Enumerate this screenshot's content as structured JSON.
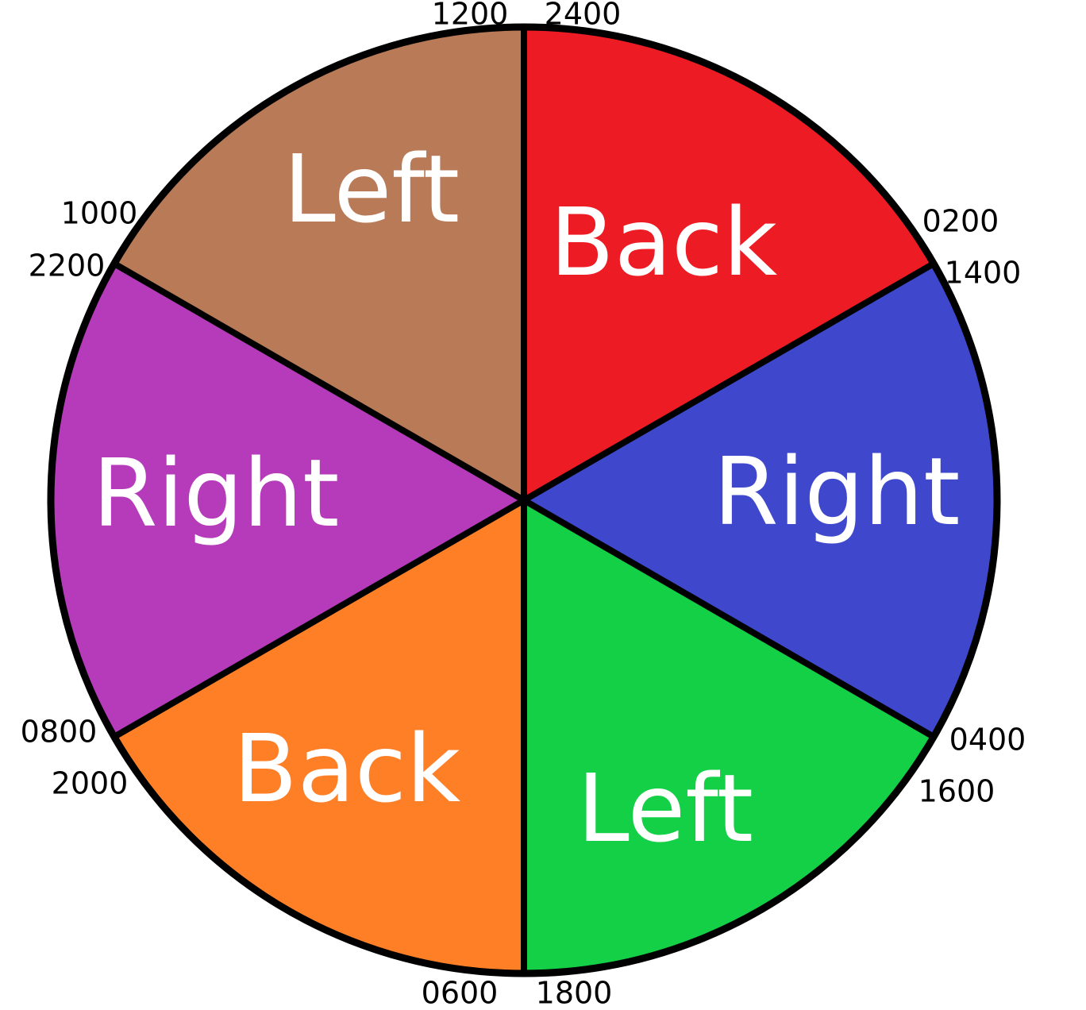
{
  "segments": [
    {
      "label": "Back",
      "color": "#ed1c24"
    },
    {
      "label": "Right",
      "color": "#3f48cc"
    },
    {
      "label": "Left",
      "color": "#13d046"
    },
    {
      "label": "Back",
      "color": "#ff7f27"
    },
    {
      "label": "Right",
      "color": "#b53bba"
    },
    {
      "label": "Left",
      "color": "#b97a57"
    }
  ],
  "times": {
    "top_left": "1200",
    "top_right": "2400",
    "upper_right_a": "0200",
    "upper_right_b": "1400",
    "lower_right_a": "0400",
    "lower_right_b": "1600",
    "bottom_left": "0600",
    "bottom_right": "1800",
    "lower_left_a": "0800",
    "lower_left_b": "2000",
    "upper_left_a": "1000",
    "upper_left_b": "2200"
  },
  "outline_color": "#000000"
}
